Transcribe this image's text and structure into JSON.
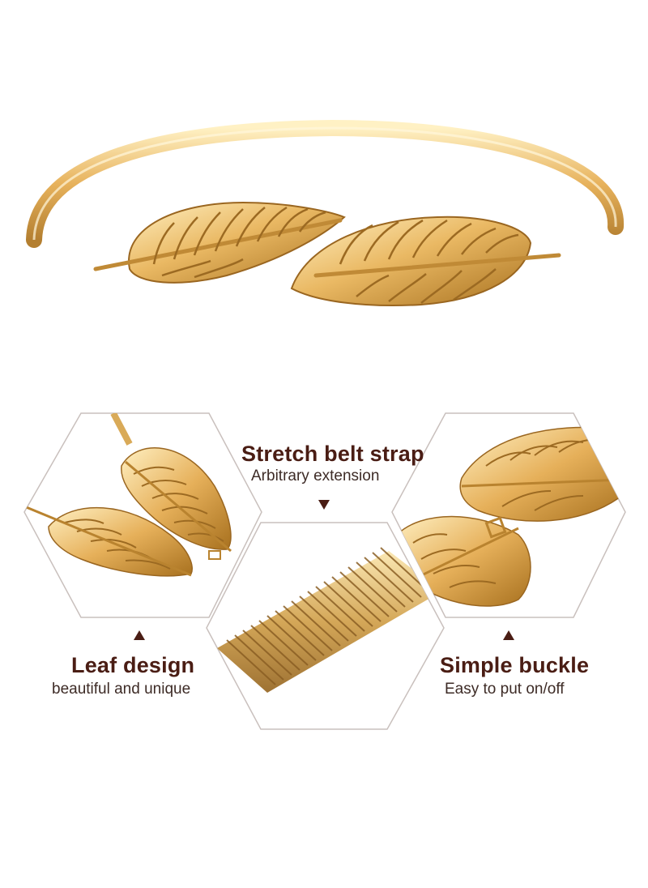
{
  "features": {
    "stretch": {
      "title": "Stretch belt strap",
      "subtitle": "Arbitrary extension"
    },
    "leaf": {
      "title": "Leaf design",
      "subtitle": "beautiful and unique"
    },
    "buckle": {
      "title": "Simple buckle",
      "subtitle": "Easy to put on/off"
    }
  },
  "colors": {
    "gold_light": "#fbe3a6",
    "gold_mid": "#e9b45a",
    "gold_dark": "#b07a2a",
    "title_text": "#4a1d14",
    "hex_border": "#c9c0bd"
  },
  "icons": [
    "arrow-down-icon",
    "arrow-up-icon"
  ]
}
